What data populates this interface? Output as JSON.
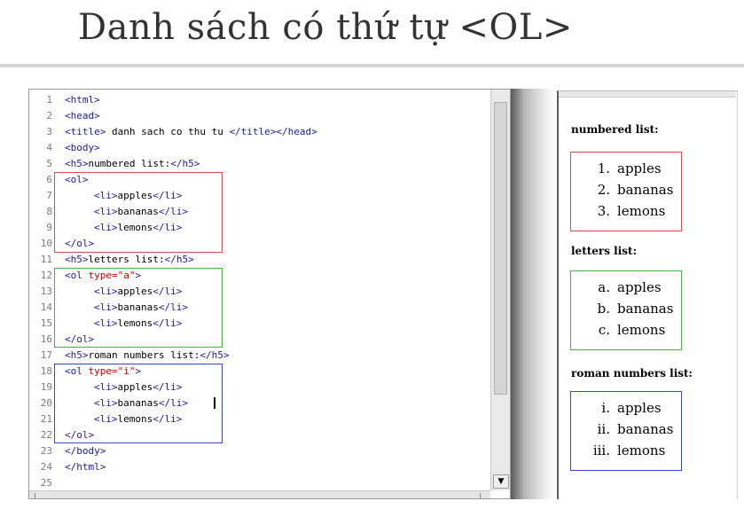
{
  "slide": {
    "title": "Danh sách có thứ tự <OL>"
  },
  "editor": {
    "lines": [
      {
        "no": "1",
        "text": "<html>"
      },
      {
        "no": "2",
        "text": "<head>"
      },
      {
        "no": "3",
        "text": "<title> danh sach co thu tu </title></head>"
      },
      {
        "no": "4",
        "text": "<body>"
      },
      {
        "no": "5",
        "text": "<h5>numbered list:</h5>"
      },
      {
        "no": "6",
        "text": "<ol>"
      },
      {
        "no": "7",
        "text": "<li>apples</li>"
      },
      {
        "no": "8",
        "text": "<li>bananas</li>"
      },
      {
        "no": "9",
        "text": "<li>lemons</li>"
      },
      {
        "no": "10",
        "text": "</ol>"
      },
      {
        "no": "11",
        "text": "<h5>letters list:</h5>"
      },
      {
        "no": "12",
        "text": "<ol type=\"a\">"
      },
      {
        "no": "13",
        "text": "<li>apples</li>"
      },
      {
        "no": "14",
        "text": "<li>bananas</li>"
      },
      {
        "no": "15",
        "text": "<li>lemons</li>"
      },
      {
        "no": "16",
        "text": "</ol>"
      },
      {
        "no": "17",
        "text": "<h5>roman numbers list:</h5>"
      },
      {
        "no": "18",
        "text": "<ol type=\"i\">"
      },
      {
        "no": "19",
        "text": "<li>apples</li>"
      },
      {
        "no": "20",
        "text": "<li>bananas</li>"
      },
      {
        "no": "21",
        "text": "<li>lemons</li>"
      },
      {
        "no": "22",
        "text": "</ol>"
      },
      {
        "no": "23",
        "text": "</body>"
      },
      {
        "no": "24",
        "text": "</html>"
      },
      {
        "no": "25",
        "text": ""
      }
    ]
  },
  "preview": {
    "headings": {
      "numbered": "numbered list:",
      "letters": "letters list:",
      "roman": "roman numbers list:"
    },
    "numbered_items": [
      {
        "marker": "1.",
        "label": "apples"
      },
      {
        "marker": "2.",
        "label": "bananas"
      },
      {
        "marker": "3.",
        "label": "lemons"
      }
    ],
    "letters_items": [
      {
        "marker": "a.",
        "label": "apples"
      },
      {
        "marker": "b.",
        "label": "bananas"
      },
      {
        "marker": "c.",
        "label": "lemons"
      }
    ],
    "roman_items": [
      {
        "marker": "i.",
        "label": "apples"
      },
      {
        "marker": "ii.",
        "label": "bananas"
      },
      {
        "marker": "iii.",
        "label": "lemons"
      }
    ]
  },
  "colors": {
    "tag": "#1a1aa6",
    "attribute": "#cc0000",
    "box_numbered": "#d94b4b",
    "box_letters": "#46b446",
    "box_roman": "#3a48d0"
  },
  "icons": {
    "scroll_down": "arrow-down-icon"
  }
}
